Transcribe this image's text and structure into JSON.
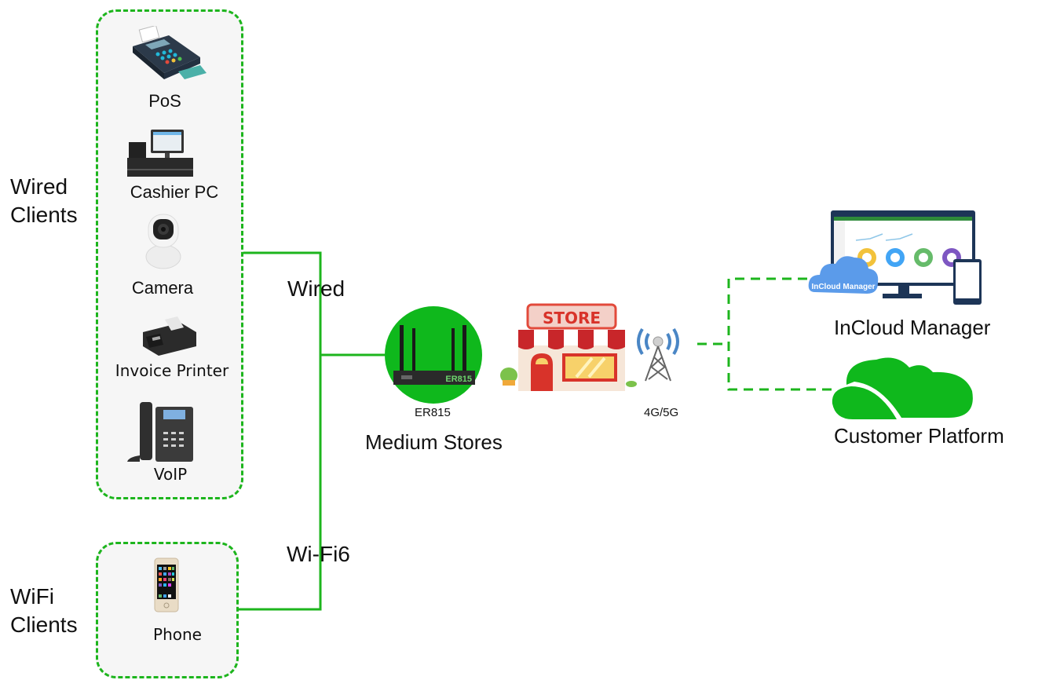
{
  "groups": {
    "wired": {
      "title_line1": "Wired",
      "title_line2": "Clients",
      "devices": [
        {
          "label": "PoS",
          "icon": "pos-terminal-icon"
        },
        {
          "label": "Cashier PC",
          "icon": "cash-register-icon"
        },
        {
          "label": "Camera",
          "icon": "security-camera-icon"
        },
        {
          "label": "Invoice Printer",
          "icon": "receipt-printer-icon"
        },
        {
          "label": "VoIP",
          "icon": "voip-phone-icon"
        }
      ]
    },
    "wifi": {
      "title_line1": "WiFi",
      "title_line2": "Clients",
      "devices": [
        {
          "label": "Phone",
          "icon": "smartphone-icon"
        }
      ]
    }
  },
  "links": {
    "wired_label": "Wired",
    "wifi_label": "Wi-Fi6"
  },
  "router": {
    "model": "ER815",
    "badge_text": "ER815",
    "caption": "Medium Stores"
  },
  "store": {
    "sign": "STORE"
  },
  "tower": {
    "label": "4G/5G"
  },
  "cloud": {
    "incloud_title": "InCloud Manager",
    "incloud_badge": "InCloud Manager",
    "customer_title": "Customer Platform"
  },
  "colors": {
    "accent_green": "#1db51d",
    "cloud_green": "#0fb81c",
    "cloud_blue": "#5b9bea",
    "store_red": "#e23b3b"
  }
}
